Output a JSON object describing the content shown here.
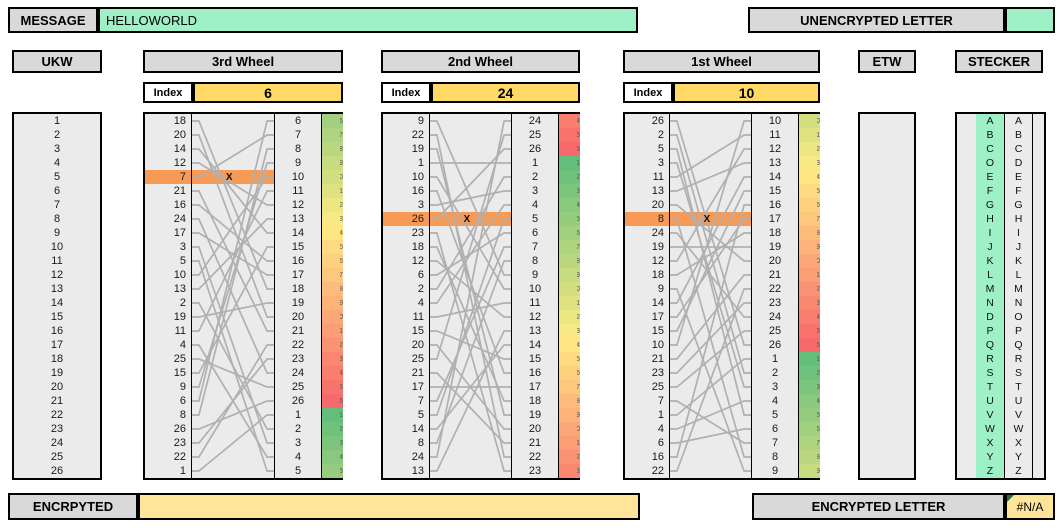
{
  "message": {
    "label": "MESSAGE",
    "value": "HELLOWORLD"
  },
  "unencrypted": {
    "label": "UNENCRYPTED LETTER",
    "value": ""
  },
  "encrypted_bar": {
    "label": "ENCRPYTED",
    "value": ""
  },
  "encrypted_letter": {
    "label": "ENCRYPTED LETTER",
    "value": "#N/A"
  },
  "headers": {
    "ukw": "UKW",
    "etw": "ETW",
    "stecker": "STECKER"
  },
  "index_label": "Index",
  "x_marker": "X",
  "ukw": {
    "numbers": [
      1,
      2,
      3,
      4,
      5,
      6,
      7,
      8,
      9,
      10,
      11,
      12,
      13,
      14,
      15,
      16,
      17,
      18,
      19,
      20,
      21,
      22,
      23,
      24,
      25,
      26
    ]
  },
  "wheels": [
    {
      "title": "3rd Wheel",
      "index": 6,
      "highlight_row": 5,
      "wiring": [
        18,
        20,
        14,
        12,
        7,
        21,
        16,
        24,
        17,
        3,
        5,
        10,
        13,
        2,
        19,
        11,
        4,
        25,
        15,
        9,
        6,
        8,
        26,
        23,
        22,
        1
      ],
      "positions": [
        6,
        7,
        8,
        9,
        10,
        11,
        12,
        13,
        14,
        15,
        16,
        17,
        18,
        19,
        20,
        21,
        22,
        23,
        24,
        25,
        26,
        1,
        2,
        3,
        4,
        5
      ]
    },
    {
      "title": "2nd Wheel",
      "index": 24,
      "highlight_row": 8,
      "wiring": [
        9,
        22,
        19,
        1,
        10,
        16,
        3,
        26,
        23,
        18,
        12,
        6,
        2,
        4,
        11,
        15,
        20,
        25,
        21,
        17,
        7,
        5,
        14,
        8,
        24,
        13
      ],
      "positions": [
        24,
        25,
        26,
        1,
        2,
        3,
        4,
        5,
        6,
        7,
        8,
        9,
        10,
        11,
        12,
        13,
        14,
        15,
        16,
        17,
        18,
        19,
        20,
        21,
        22,
        23
      ]
    },
    {
      "title": "1st Wheel",
      "index": 10,
      "highlight_row": 8,
      "wiring": [
        26,
        2,
        5,
        3,
        11,
        13,
        20,
        8,
        24,
        19,
        12,
        18,
        9,
        14,
        17,
        15,
        10,
        21,
        23,
        25,
        7,
        1,
        4,
        6,
        16,
        22
      ],
      "positions": [
        10,
        11,
        12,
        13,
        14,
        15,
        16,
        17,
        18,
        19,
        20,
        21,
        22,
        23,
        24,
        25,
        26,
        1,
        2,
        3,
        4,
        5,
        6,
        7,
        8,
        9
      ]
    }
  ],
  "stecker": {
    "plug_column": [
      "A",
      "B",
      "C",
      "O",
      "E",
      "F",
      "G",
      "H",
      "I",
      "J",
      "K",
      "L",
      "M",
      "N",
      "D",
      "P",
      "Q",
      "R",
      "S",
      "T",
      "U",
      "V",
      "W",
      "X",
      "Y",
      "Z"
    ],
    "reference_column": [
      "A",
      "B",
      "C",
      "D",
      "E",
      "F",
      "G",
      "H",
      "I",
      "J",
      "K",
      "L",
      "M",
      "N",
      "O",
      "P",
      "Q",
      "R",
      "S",
      "T",
      "U",
      "V",
      "W",
      "X",
      "Y",
      "Z"
    ]
  },
  "colors": {
    "label_gray": "#d9d9d9",
    "cell_gray": "#ebebeb",
    "mint_green": "#9ef0c6",
    "highlight_orange": "#f79a56",
    "index_yellow": "#ffd966",
    "field_yellow": "#ffe599",
    "heat_low": "#63BE7B",
    "heat_mid": "#FFEB84",
    "heat_high": "#F8696B",
    "wire_gray": "#b0b0b0",
    "error_triangle_green": "#1e7145"
  }
}
